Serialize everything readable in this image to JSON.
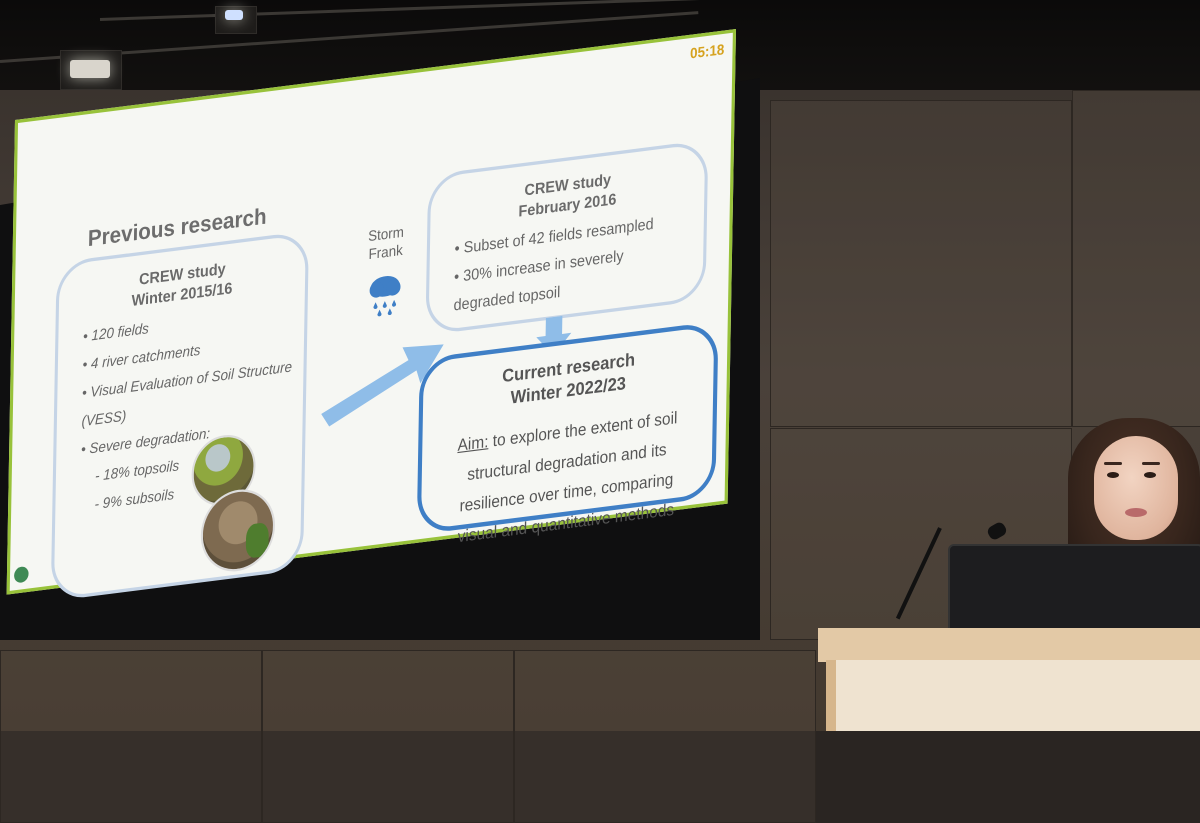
{
  "slide": {
    "timer": "05:18",
    "title": "Previous research",
    "previous_study": {
      "heading_line1": "CREW study",
      "heading_line2": "Winter 2015/16",
      "items": [
        {
          "text": "120 fields",
          "style": "bullet"
        },
        {
          "text": "4 river catchments",
          "style": "bullet"
        },
        {
          "text": "Visual Evaluation of Soil Structure",
          "style": "bullet"
        },
        {
          "text": "(VESS)",
          "style": "plain"
        },
        {
          "text": "Severe degradation:",
          "style": "bullet"
        },
        {
          "text": "18% topsoils",
          "style": "dash"
        },
        {
          "text": "9% subsoils",
          "style": "dash"
        }
      ]
    },
    "storm": {
      "line1": "Storm",
      "line2": "Frank",
      "icon": "rain-cloud-icon"
    },
    "followup_study": {
      "heading_line1": "CREW study",
      "heading_line2": "February 2016",
      "items": [
        {
          "text": "Subset of 42 fields resampled",
          "style": "bullet"
        },
        {
          "text": "30% increase in severely",
          "style": "bullet"
        },
        {
          "text": "degraded topsoil",
          "style": "plain"
        }
      ]
    },
    "current_research": {
      "heading_line1": "Current research",
      "heading_line2": "Winter 2022/23",
      "aim_label": "Aim:",
      "aim_text": " to explore the extent of soil structural degradation and its resilience over time, comparing visual and quantitative methods"
    },
    "colors": {
      "border_green": "#98c23a",
      "timer": "#d6a21e",
      "box_light": "#c5d4e6",
      "box_blue": "#3f7fc6",
      "arrow": "#8fbde8"
    }
  }
}
